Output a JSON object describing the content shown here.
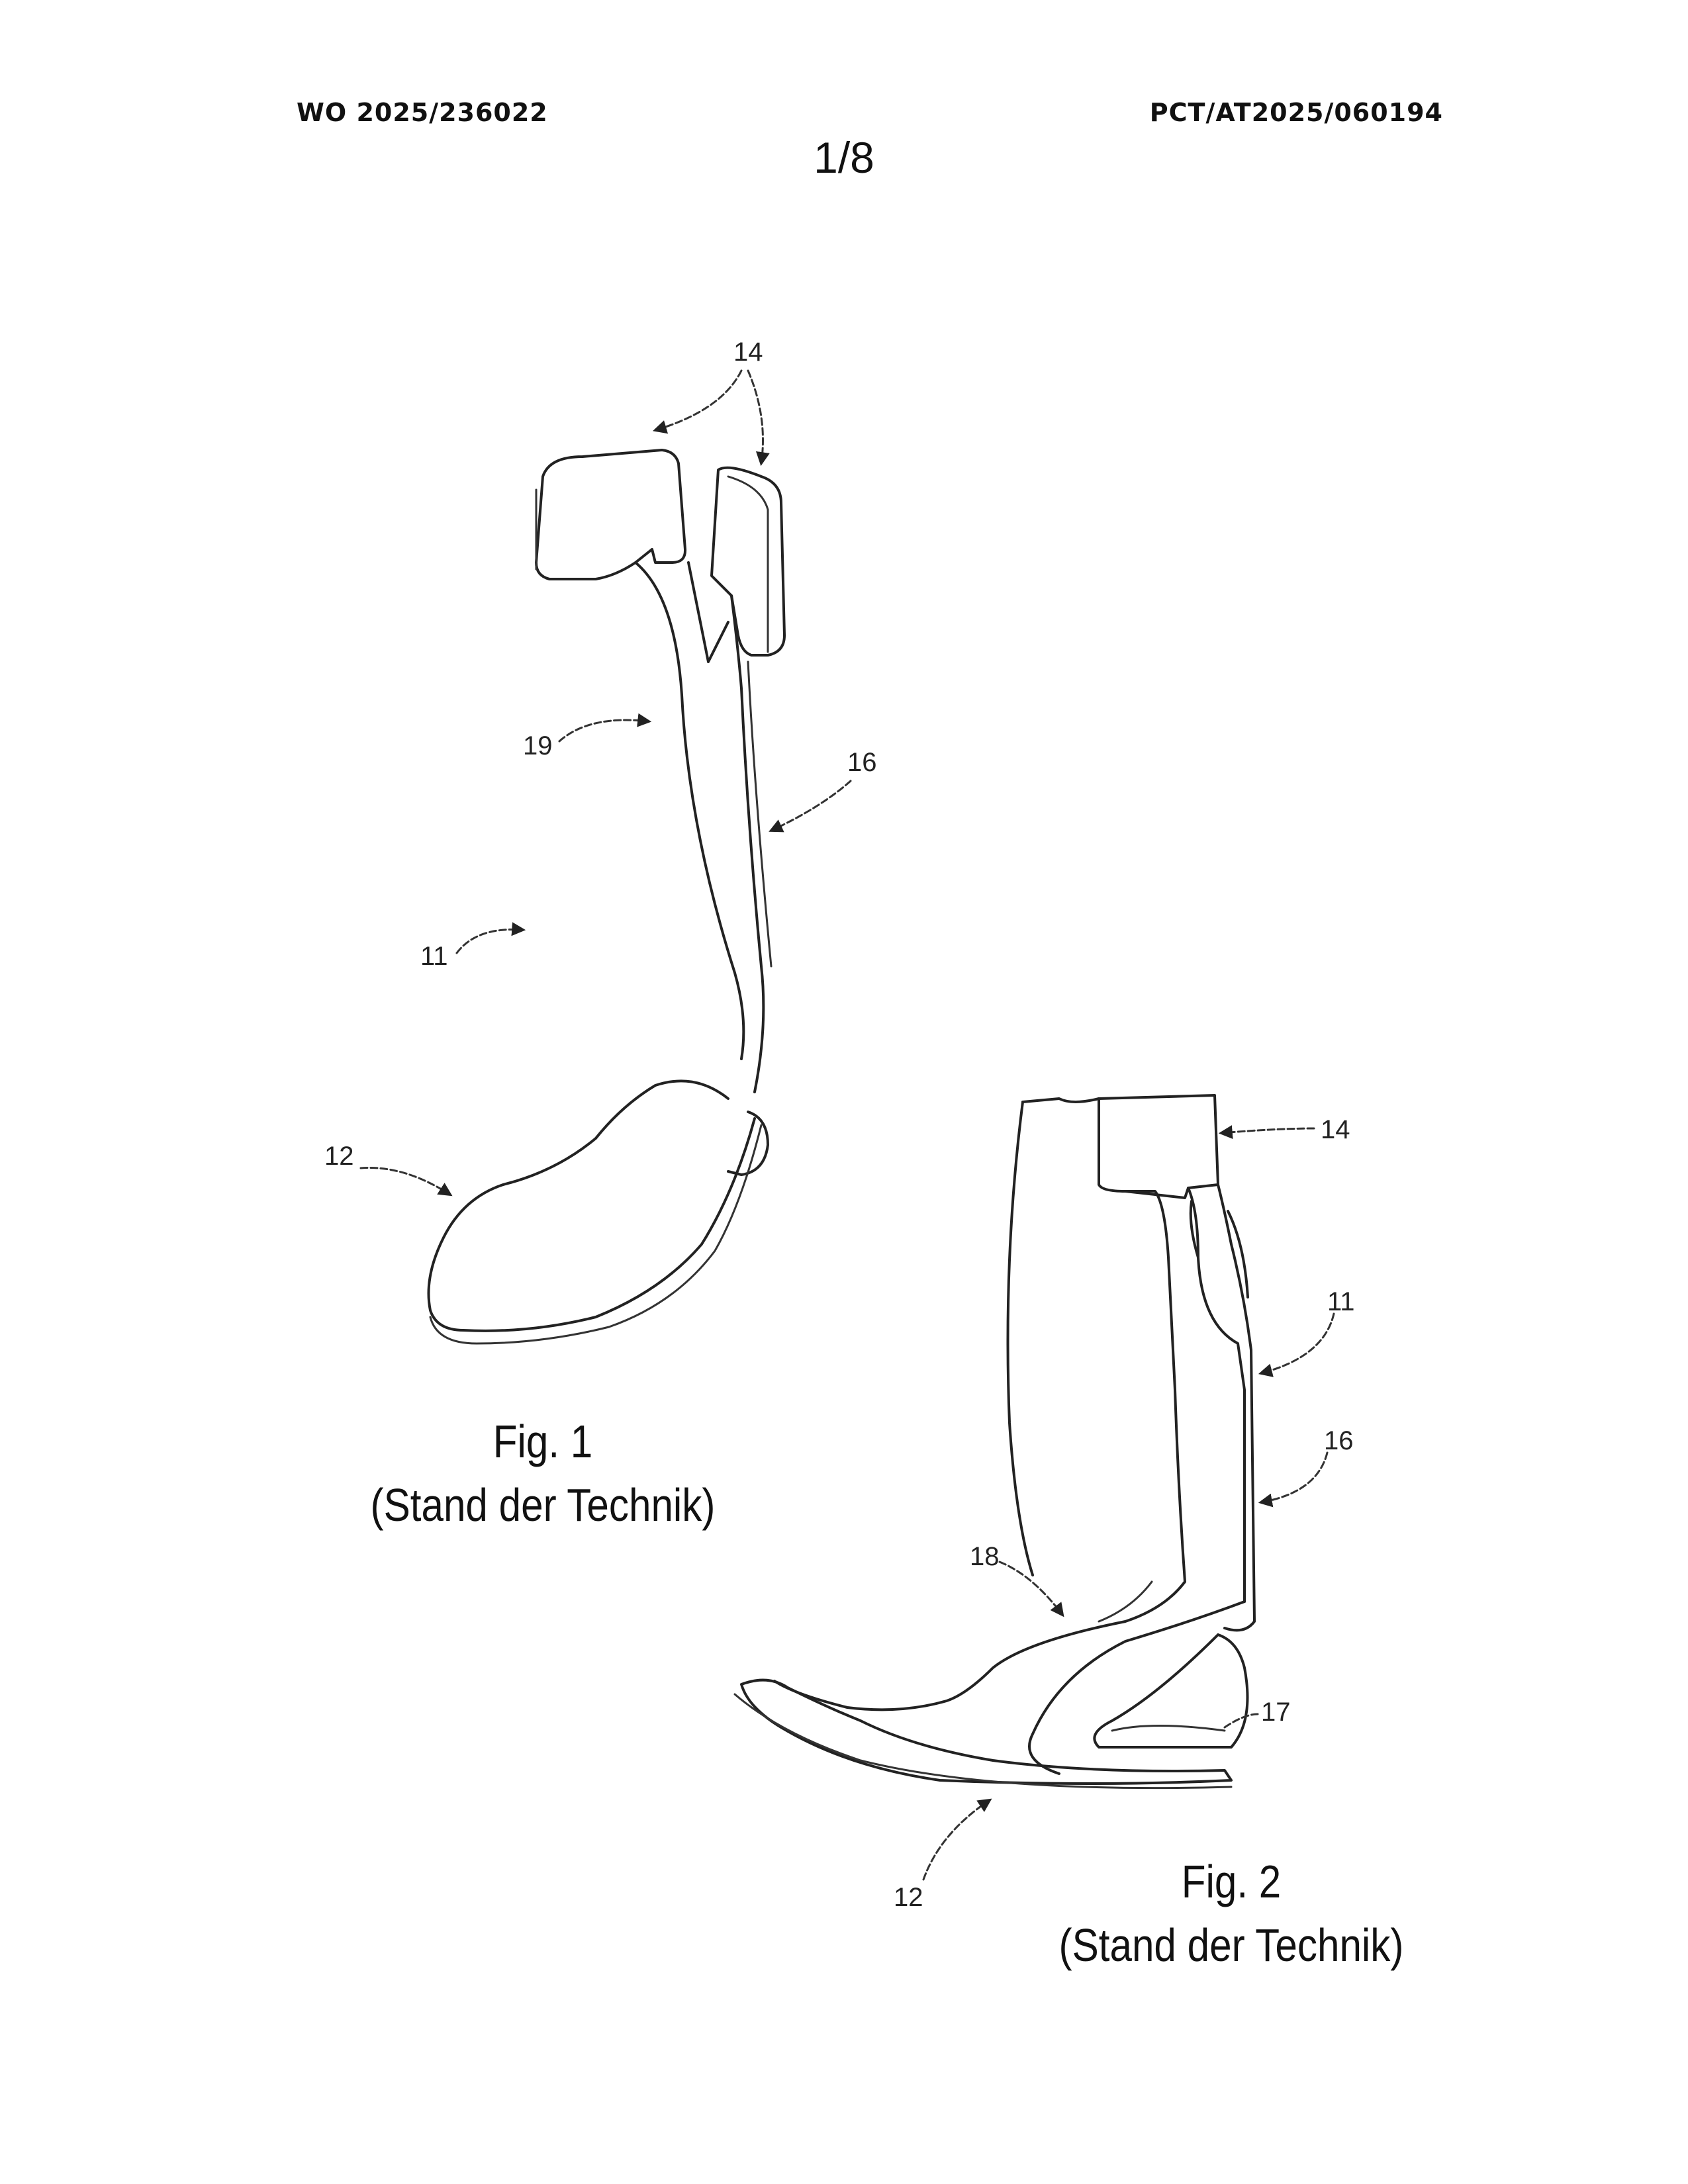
{
  "header": {
    "publication_number": "WO 2025/236022",
    "application_number": "PCT/AT2025/060194",
    "sheet": "1/8"
  },
  "figures": [
    {
      "caption_line1": "Fig. 1",
      "caption_line2": "(Stand der Technik)",
      "reference_labels": {
        "cuff": "14",
        "strut": "19",
        "side": "16",
        "orthosis": "11",
        "foot_plate": "12"
      }
    },
    {
      "caption_line1": "Fig. 2",
      "caption_line2": "(Stand der Technik)",
      "reference_labels": {
        "cuff": "14",
        "orthosis": "11",
        "side": "16",
        "ankle": "18",
        "heel": "17",
        "foot_plate": "12"
      }
    }
  ]
}
